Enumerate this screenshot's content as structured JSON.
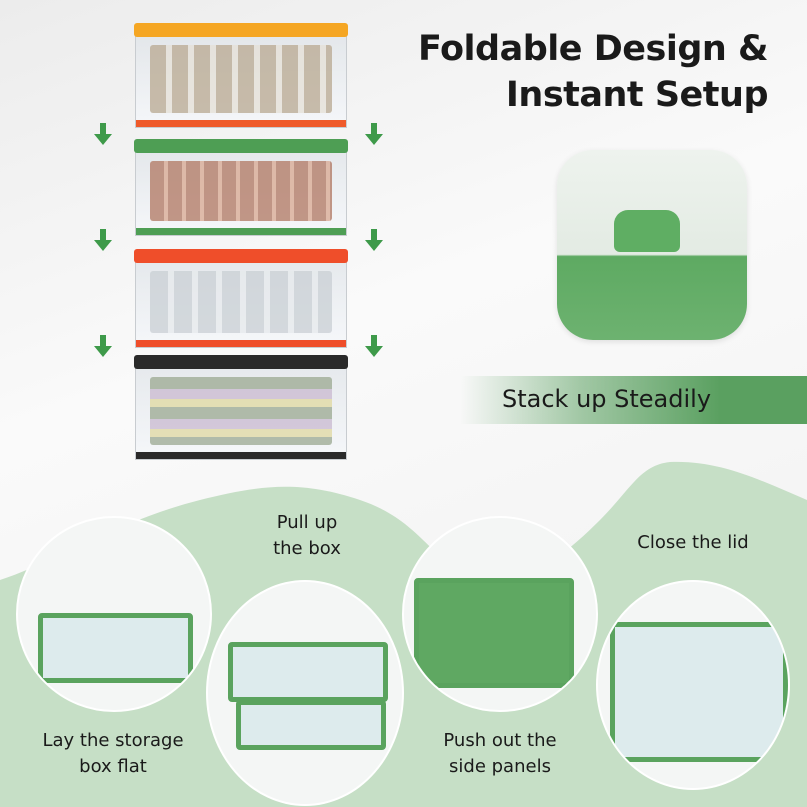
{
  "headline": {
    "line1": "Foldable Design &",
    "line2": "Instant Setup"
  },
  "banner": {
    "label": "Stack up Steadily"
  },
  "steps": [
    {
      "label_line1": "Lay the storage",
      "label_line2": "box flat"
    },
    {
      "label_line1": "Pull up",
      "label_line2": "the box"
    },
    {
      "label_line1": "Push out the",
      "label_line2": "side panels"
    },
    {
      "label_line1": "Close the lid",
      "label_line2": ""
    }
  ],
  "colors": {
    "accent_green": "#5aa060",
    "wave_green": "#c6dfc6",
    "arrow_green": "#3e9a4a",
    "lid_orange": "#f5a623",
    "lid_red": "#ef4e2a",
    "lid_black": "#2a2a2a"
  },
  "icons": [
    "arrow-down-icon"
  ]
}
